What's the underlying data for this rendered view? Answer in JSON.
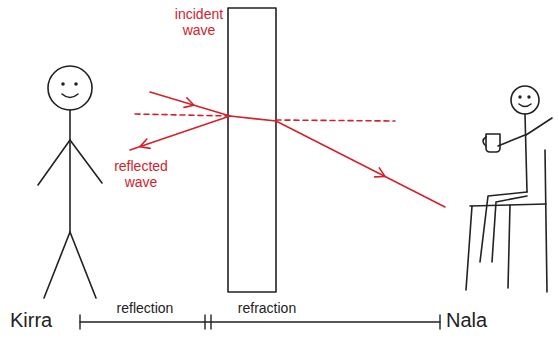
{
  "diagram": {
    "labels": [
      "incident wave",
      "reflected wave",
      "Kirra",
      "reflection",
      "refraction",
      "Nala"
    ]
  }
}
